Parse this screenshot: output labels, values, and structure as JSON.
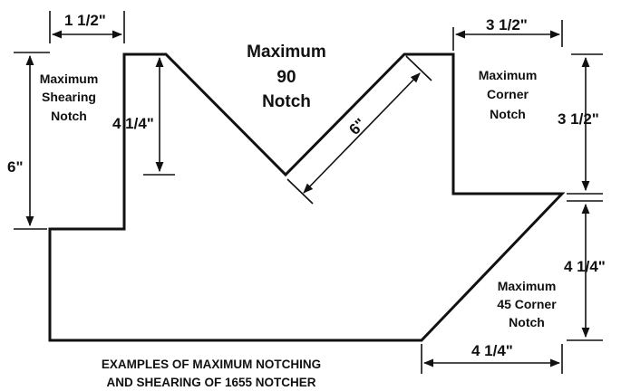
{
  "diagram": {
    "labels": {
      "dim_shear_width": "1 1/2\"",
      "dim_corner_width": "3 1/2\"",
      "dim_shear_height": "6\"",
      "dim_v_depth": "4 1/4\"",
      "dim_v_side": "6\"",
      "dim_corner_height": "3 1/2\"",
      "dim_45_height": "4 1/4\"",
      "dim_45_width": "4 1/4\""
    },
    "regions": {
      "shearing_notch": [
        "Maximum",
        "Shearing",
        "Notch"
      ],
      "v_notch": [
        "Maximum",
        "90",
        "Notch"
      ],
      "corner_notch": [
        "Maximum",
        "Corner",
        "Notch"
      ],
      "corner_45_notch": [
        "Maximum",
        "45 Corner",
        "Notch"
      ]
    },
    "caption": [
      "EXAMPLES OF MAXIMUM NOTCHING",
      "AND SHEARING OF 1655 NOTCHER"
    ],
    "colors": {
      "line": "#111111",
      "background": "#ffffff"
    }
  }
}
